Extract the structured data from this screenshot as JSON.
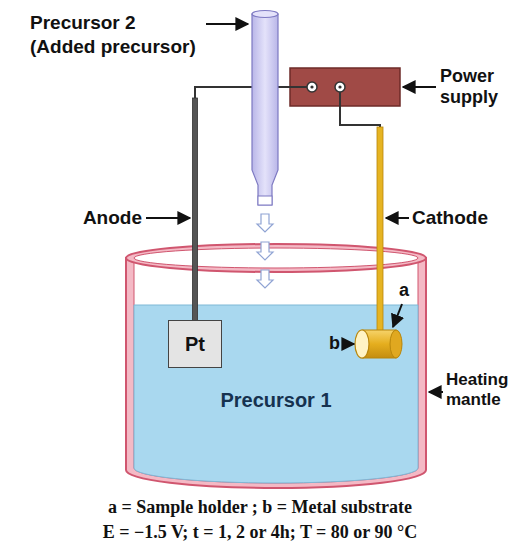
{
  "diagram": {
    "nodes": [
      {
        "text": [
          "Precursor 1"
        ]
      },
      {
        "text": [
          "Pt"
        ],
        "in": 0
      }
    ],
    "labels": [
      "Precursor 2",
      "(Added precursor)",
      "Power supply",
      "Anode",
      "Cathode",
      "a",
      "b",
      "Heating mantle",
      "a = Sample holder ; b = Metal substrate",
      "E = −1.5 V; t = 1, 2 or 4h; T = 80 or 90 °C"
    ]
  }
}
